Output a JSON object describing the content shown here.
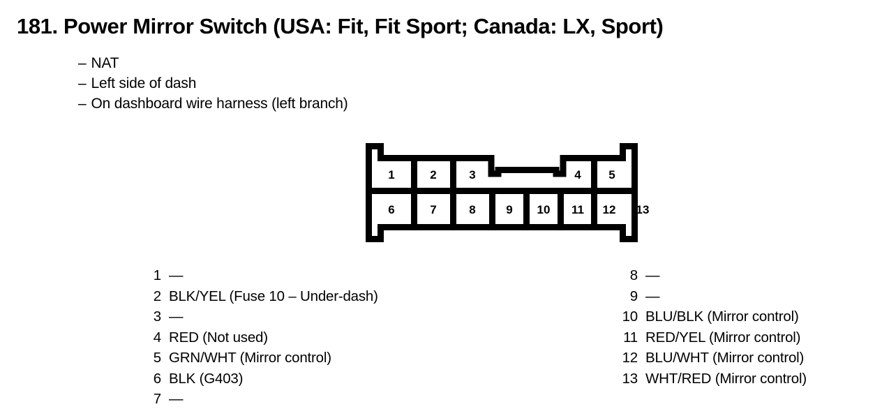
{
  "title": "181. Power Mirror Switch (USA: Fit, Fit Sport; Canada: LX, Sport)",
  "notes": {
    "dash": "–",
    "lines": [
      "NAT",
      "Left side of dash",
      "On dashboard wire harness (left branch)"
    ]
  },
  "connector": {
    "top_row_pins": [
      "1",
      "2",
      "3",
      "4",
      "5"
    ],
    "bottom_row_pins": [
      "6",
      "7",
      "8",
      "9",
      "10",
      "11",
      "12",
      "13"
    ],
    "line_color": "#000000",
    "fill_color": "#ffffff"
  },
  "legend": {
    "left": [
      {
        "pin": "1",
        "desc": "—"
      },
      {
        "pin": "2",
        "desc": "BLK/YEL (Fuse 10 – Under-dash)"
      },
      {
        "pin": "3",
        "desc": "—"
      },
      {
        "pin": "4",
        "desc": "RED (Not used)"
      },
      {
        "pin": "5",
        "desc": "GRN/WHT (Mirror control)"
      },
      {
        "pin": "6",
        "desc": "BLK (G403)"
      },
      {
        "pin": "7",
        "desc": "—"
      }
    ],
    "right": [
      {
        "pin": "8",
        "desc": "—"
      },
      {
        "pin": "9",
        "desc": "—"
      },
      {
        "pin": "10",
        "desc": "BLU/BLK (Mirror control)"
      },
      {
        "pin": "11",
        "desc": "RED/YEL (Mirror control)"
      },
      {
        "pin": "12",
        "desc": "BLU/WHT (Mirror control)"
      },
      {
        "pin": "13",
        "desc": "WHT/RED (Mirror control)"
      }
    ]
  }
}
